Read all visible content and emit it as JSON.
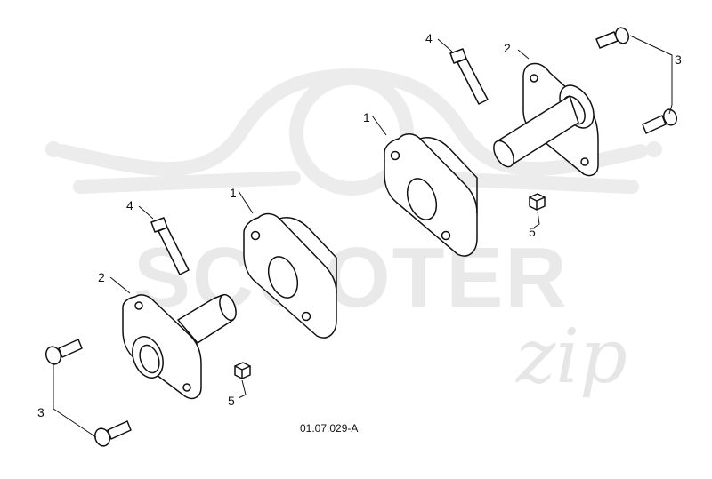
{
  "figure_code": "01.07.029-A",
  "watermark": {
    "text": "SCOOTER",
    "script": "zip"
  },
  "callouts": {
    "spacer": "1",
    "flange_shaft": "2",
    "bolt_flange": "3",
    "bolt_small": "4",
    "nut": "5"
  },
  "colors": {
    "line": "#111111",
    "watermark": "#e8e8e8",
    "background": "#ffffff"
  }
}
